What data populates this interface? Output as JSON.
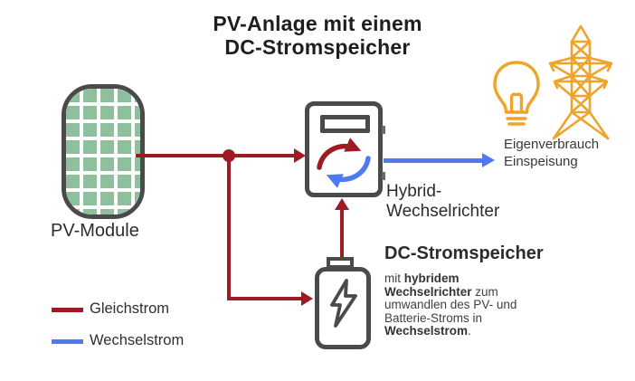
{
  "title": {
    "line1": "PV-Anlage mit einem",
    "line2": "DC-Stromspeicher"
  },
  "labels": {
    "pv_module": "PV-Module",
    "hybrid_inverter_line1": "Hybrid-",
    "hybrid_inverter_line2": "Wechselrichter",
    "dc_storage_heading": "DC-Stromspeicher",
    "output_line1": "Eigenverbrauch",
    "output_line2": "Einspeisung"
  },
  "description": {
    "part1": "mit ",
    "bold1": "hybridem Wechselrichter",
    "part2": " zum umwandlen des PV- und Batterie-Stroms in ",
    "bold2": "Wechselstrom",
    "part3": "."
  },
  "legend": {
    "items": [
      {
        "label": "Gleichstrom",
        "color": "#9E1B24"
      },
      {
        "label": "Wechselstrom",
        "color": "#4F79F3"
      }
    ]
  },
  "icons": {
    "pv-module-icon": "solar panel grid",
    "hybrid-inverter-icon": "inverter box with DC/AC cycle arrows",
    "battery-icon": "battery with lightning bolt",
    "lightbulb-icon": "outline lightbulb",
    "power-tower-icon": "electricity pylon"
  },
  "colors": {
    "dc_wire": "#9E1B24",
    "ac_wire": "#4F79F3",
    "panel_green": "#8FC09D",
    "icon_orange": "#F0A32B",
    "outline_gray": "#4A4A4A"
  }
}
